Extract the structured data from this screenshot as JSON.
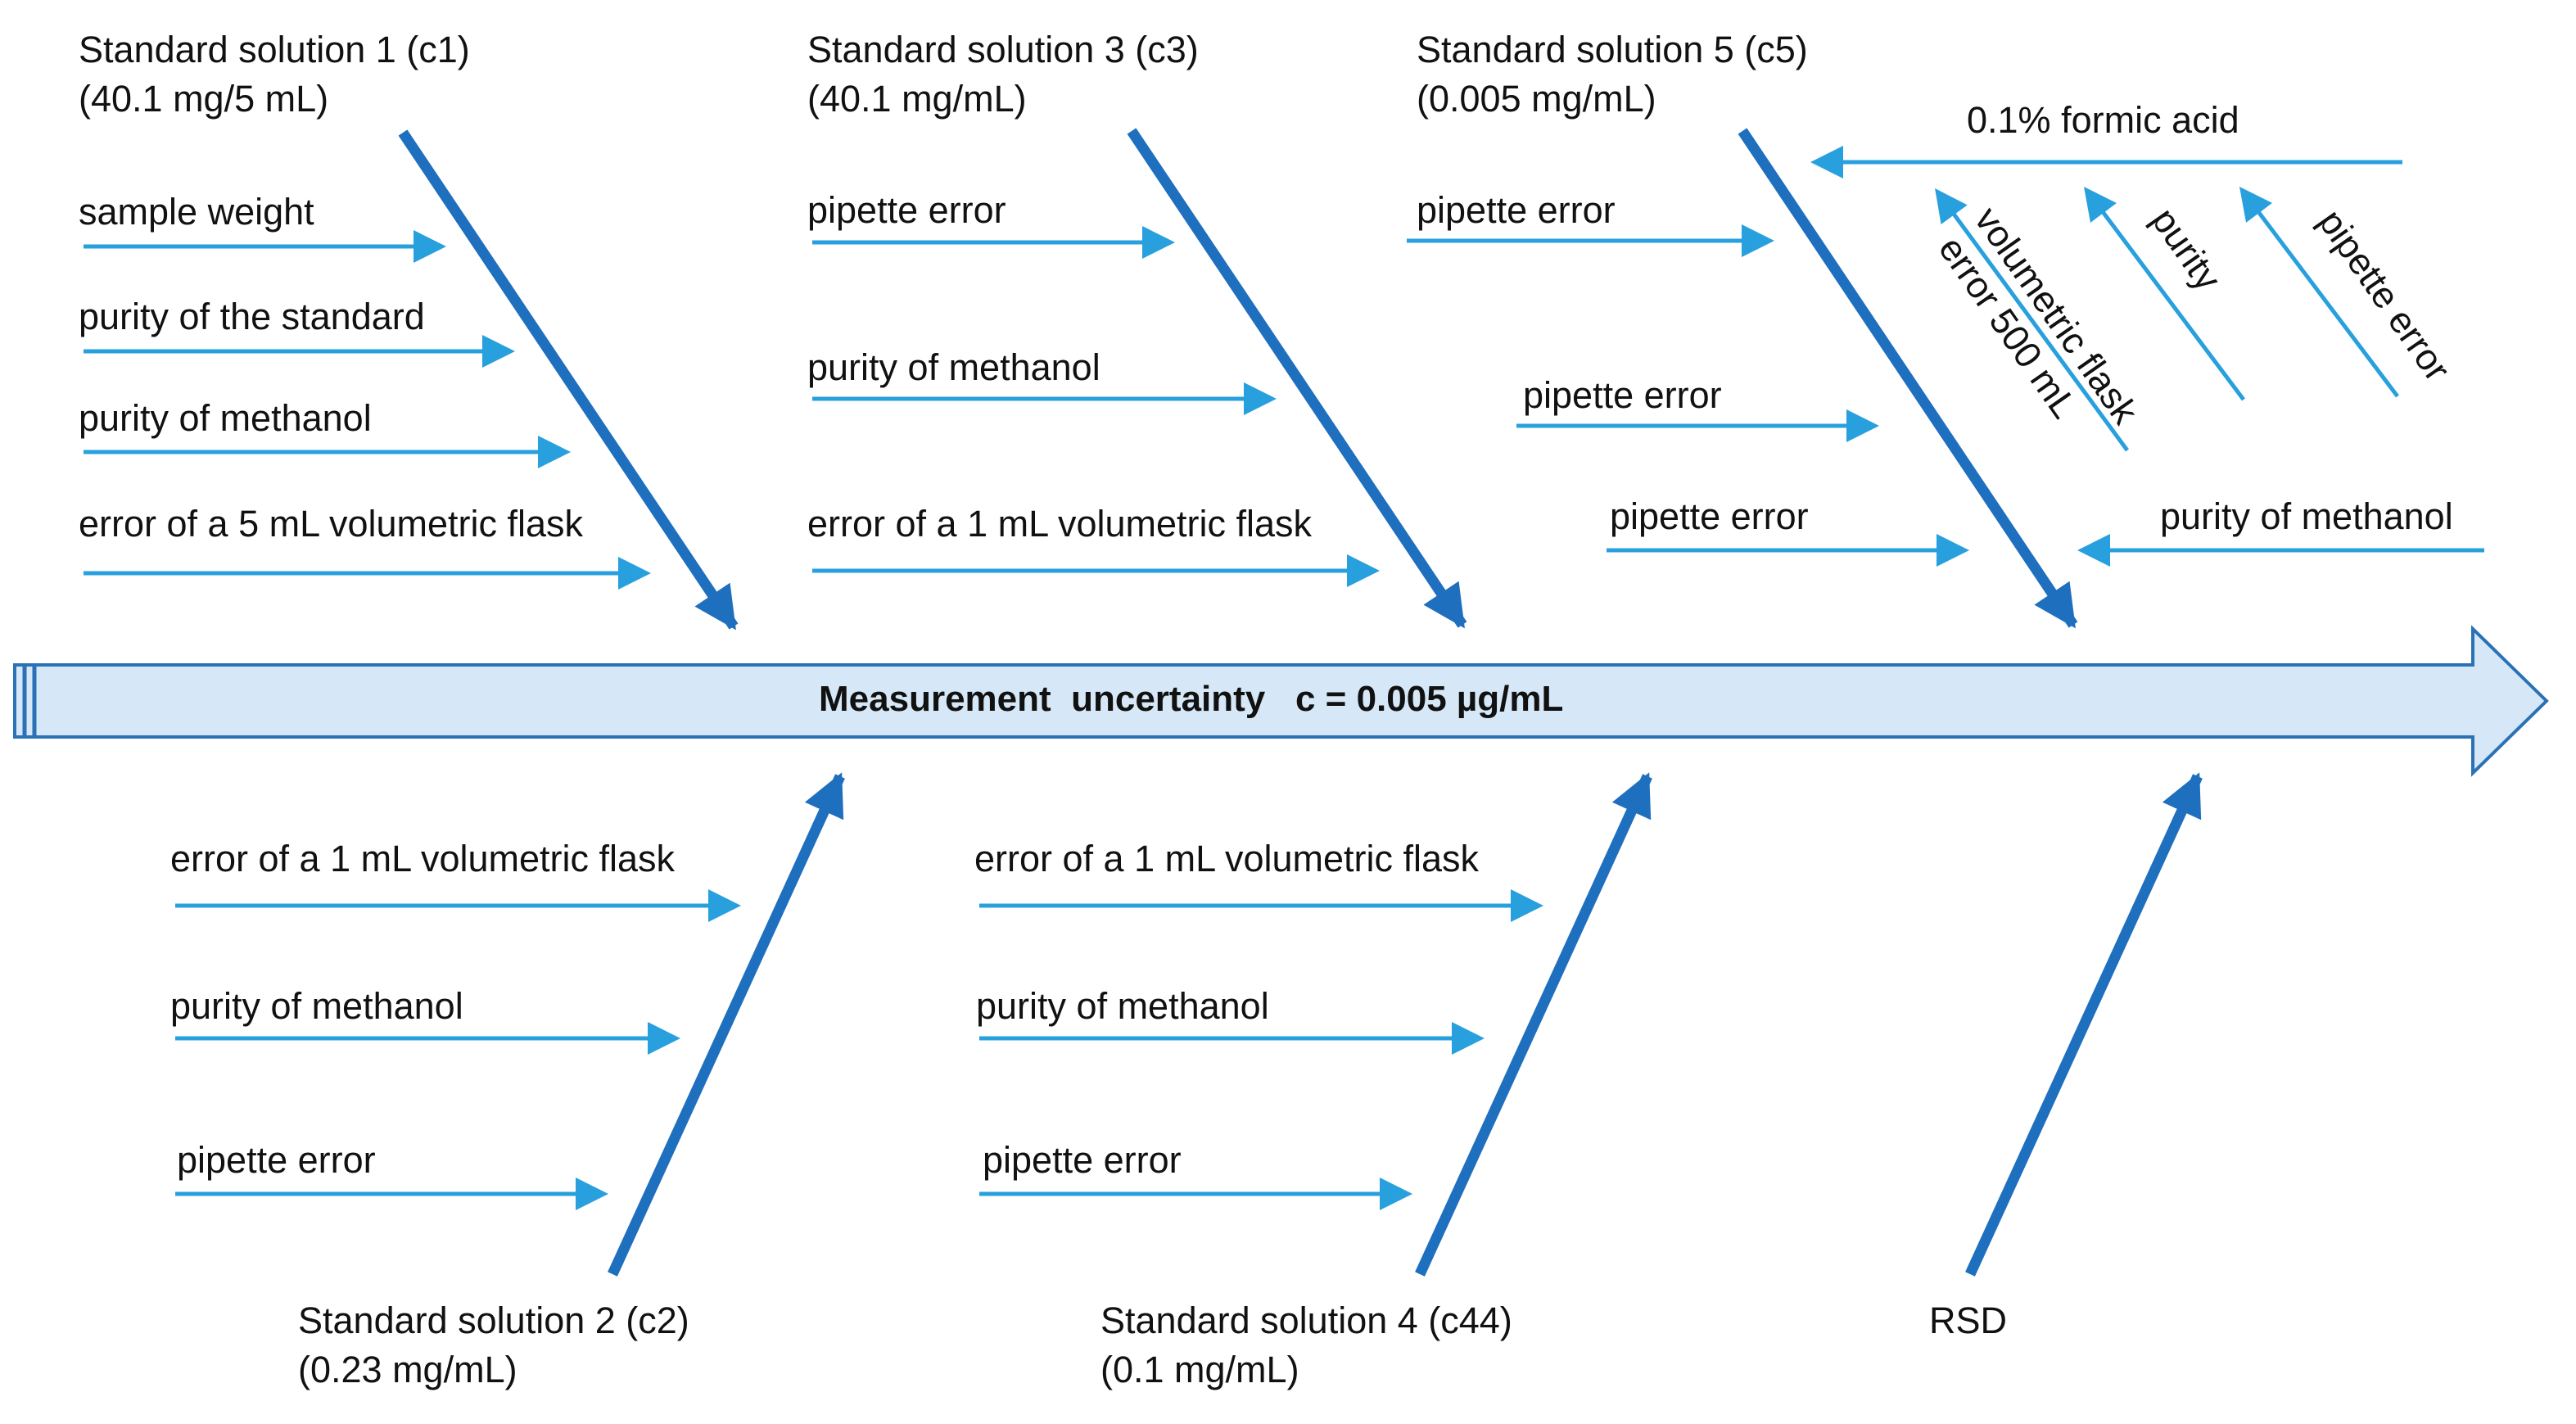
{
  "title": "Measurement  uncertainty   c = 0.005 µg/mL",
  "colors": {
    "spine_fill": "#d6e8f7",
    "spine_stroke": "#2a72b5",
    "main_bone": "#1f6fbf",
    "sub_arrow": "#29a0de",
    "text": "#111111"
  },
  "top_groups": [
    {
      "name": "Standard solution 1 (c1)",
      "value": "(40.1 mg/5 mL)",
      "causes": [
        "sample weight",
        "purity of the standard",
        "purity of methanol",
        "error of a 5 mL volumetric flask"
      ]
    },
    {
      "name": "Standard solution 3 (c3)",
      "value": "(40.1 mg/mL)",
      "causes": [
        "pipette error",
        "purity of methanol",
        "error of a 1 mL volumetric flask"
      ]
    },
    {
      "name": "Standard solution 5 (c5)",
      "value": "(0.005 mg/mL)",
      "causes": [
        "pipette error",
        "pipette error",
        "pipette error",
        "purity of methanol"
      ],
      "formic_acid": {
        "label": "0.1% formic acid",
        "causes": [
          "volumetric flask",
          "error 500 mL",
          "purity",
          "pipette error"
        ]
      }
    }
  ],
  "bottom_groups": [
    {
      "name": "Standard solution 2 (c2)",
      "value": "(0.23 mg/mL)",
      "causes": [
        "error of a 1 mL volumetric flask",
        "purity of methanol",
        "pipette error"
      ]
    },
    {
      "name": "Standard solution 4 (c44)",
      "value": "(0.1 mg/mL)",
      "causes": [
        "error of a 1 mL volumetric flask",
        "purity of methanol",
        "pipette error"
      ]
    },
    {
      "name": "RSD",
      "value": "",
      "causes": []
    }
  ]
}
